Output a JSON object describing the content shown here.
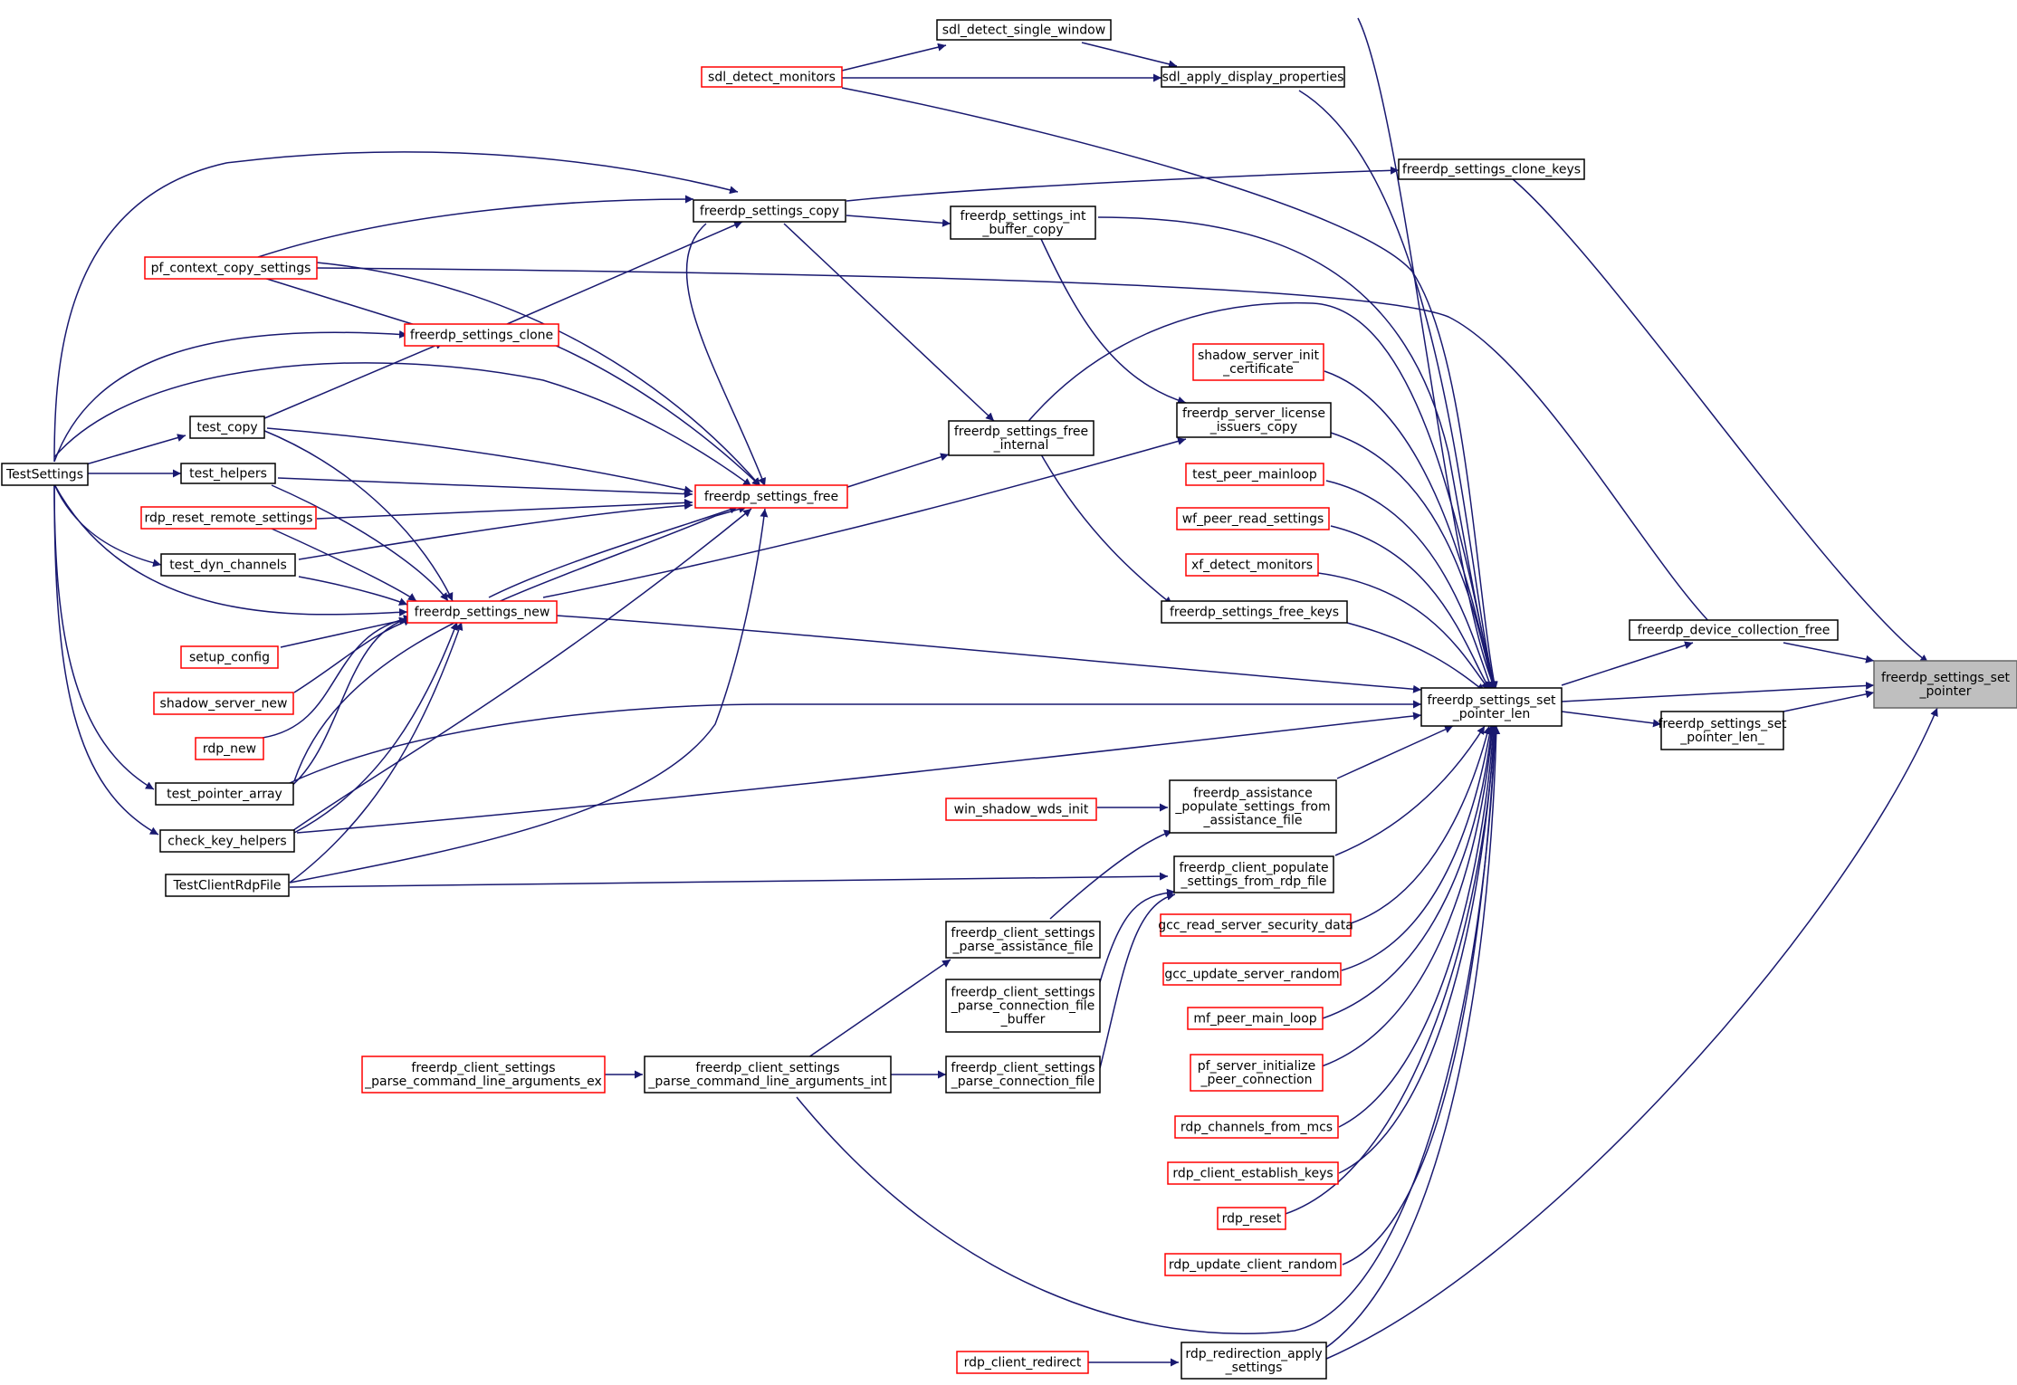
{
  "diagram": {
    "style": {
      "edge_color": "#191970",
      "node_border_normal": "#000000",
      "node_border_truncated": "#ff0000",
      "root_fill": "#bfbfbf",
      "root_border": "#666666"
    },
    "nodes": [
      {
        "id": "root",
        "kind": "root",
        "lines": [
          "freerdp_settings_set",
          "_pointer"
        ]
      },
      {
        "id": "setlen",
        "kind": "black",
        "lines": [
          "freerdp_settings_set",
          "_pointer_len"
        ]
      },
      {
        "id": "setlen_",
        "kind": "black",
        "lines": [
          "freerdp_settings_set",
          "_pointer_len_"
        ]
      },
      {
        "id": "devfree",
        "kind": "black",
        "lines": [
          "freerdp_device_collection_free"
        ]
      },
      {
        "id": "clonekeys",
        "kind": "black",
        "lines": [
          "freerdp_settings_clone_keys"
        ]
      },
      {
        "id": "sdlsingle",
        "kind": "black",
        "lines": [
          "sdl_detect_single_window"
        ]
      },
      {
        "id": "sdlapply",
        "kind": "black",
        "lines": [
          "sdl_apply_display_properties"
        ]
      },
      {
        "id": "sdlmon",
        "kind": "red",
        "lines": [
          "sdl_detect_monitors"
        ]
      },
      {
        "id": "copy",
        "kind": "black",
        "lines": [
          "freerdp_settings_copy"
        ]
      },
      {
        "id": "intbuf",
        "kind": "black",
        "lines": [
          "freerdp_settings_int",
          "_buffer_copy"
        ]
      },
      {
        "id": "pfctx",
        "kind": "red",
        "lines": [
          "pf_context_copy_settings"
        ]
      },
      {
        "id": "clone",
        "kind": "red",
        "lines": [
          "freerdp_settings_clone"
        ]
      },
      {
        "id": "shadowcert",
        "kind": "red",
        "lines": [
          "shadow_server_init",
          "_certificate"
        ]
      },
      {
        "id": "freeint",
        "kind": "black",
        "lines": [
          "freerdp_settings_free",
          "_internal"
        ]
      },
      {
        "id": "license",
        "kind": "black",
        "lines": [
          "freerdp_server_license",
          "_issuers_copy"
        ]
      },
      {
        "id": "testcopy",
        "kind": "black",
        "lines": [
          "test_copy"
        ]
      },
      {
        "id": "testsettings",
        "kind": "black",
        "lines": [
          "TestSettings"
        ]
      },
      {
        "id": "testhelpers",
        "kind": "black",
        "lines": [
          "test_helpers"
        ]
      },
      {
        "id": "peermain",
        "kind": "red",
        "lines": [
          "test_peer_mainloop"
        ]
      },
      {
        "id": "free",
        "kind": "red",
        "lines": [
          "freerdp_settings_free"
        ]
      },
      {
        "id": "rdpreset",
        "kind": "red",
        "lines": [
          "rdp_reset_remote_settings"
        ]
      },
      {
        "id": "wfpeer",
        "kind": "red",
        "lines": [
          "wf_peer_read_settings"
        ]
      },
      {
        "id": "testdyn",
        "kind": "black",
        "lines": [
          "test_dyn_channels"
        ]
      },
      {
        "id": "xfdetect",
        "kind": "red",
        "lines": [
          "xf_detect_monitors"
        ]
      },
      {
        "id": "new",
        "kind": "red",
        "lines": [
          "freerdp_settings_new"
        ]
      },
      {
        "id": "freekeys",
        "kind": "black",
        "lines": [
          "freerdp_settings_free_keys"
        ]
      },
      {
        "id": "setup",
        "kind": "red",
        "lines": [
          "setup_config"
        ]
      },
      {
        "id": "shadownew",
        "kind": "red",
        "lines": [
          "shadow_server_new"
        ]
      },
      {
        "id": "rdpnew",
        "kind": "red",
        "lines": [
          "rdp_new"
        ]
      },
      {
        "id": "testptr",
        "kind": "black",
        "lines": [
          "test_pointer_array"
        ]
      },
      {
        "id": "assist",
        "kind": "black",
        "lines": [
          "freerdp_assistance",
          "_populate_settings_from",
          "_assistance_file"
        ]
      },
      {
        "id": "winshadow",
        "kind": "red",
        "lines": [
          "win_shadow_wds_init"
        ]
      },
      {
        "id": "checkkey",
        "kind": "black",
        "lines": [
          "check_key_helpers"
        ]
      },
      {
        "id": "clientpop",
        "kind": "black",
        "lines": [
          "freerdp_client_populate",
          "_settings_from_rdp_file"
        ]
      },
      {
        "id": "testclient",
        "kind": "black",
        "lines": [
          "TestClientRdpFile"
        ]
      },
      {
        "id": "gccread",
        "kind": "red",
        "lines": [
          "gcc_read_server_security_data"
        ]
      },
      {
        "id": "parseassist",
        "kind": "black",
        "lines": [
          "freerdp_client_settings",
          "_parse_assistance_file"
        ]
      },
      {
        "id": "gccupd",
        "kind": "red",
        "lines": [
          "gcc_update_server_random"
        ]
      },
      {
        "id": "parseconnbuf",
        "kind": "black",
        "lines": [
          "freerdp_client_settings",
          "_parse_connection_file",
          "_buffer"
        ]
      },
      {
        "id": "mfpeer",
        "kind": "red",
        "lines": [
          "mf_peer_main_loop"
        ]
      },
      {
        "id": "pfserver",
        "kind": "red",
        "lines": [
          "pf_server_initialize",
          "_peer_connection"
        ]
      },
      {
        "id": "cmdex",
        "kind": "red",
        "lines": [
          "freerdp_client_settings",
          "_parse_command_line_arguments_ex"
        ]
      },
      {
        "id": "cmdint",
        "kind": "black",
        "lines": [
          "freerdp_client_settings",
          "_parse_command_line_arguments_int"
        ]
      },
      {
        "id": "parseconn",
        "kind": "black",
        "lines": [
          "freerdp_client_settings",
          "_parse_connection_file"
        ]
      },
      {
        "id": "rdpchan",
        "kind": "red",
        "lines": [
          "rdp_channels_from_mcs"
        ]
      },
      {
        "id": "rdpkeys",
        "kind": "red",
        "lines": [
          "rdp_client_establish_keys"
        ]
      },
      {
        "id": "rdpreset2",
        "kind": "red",
        "lines": [
          "rdp_reset"
        ]
      },
      {
        "id": "rdpupd",
        "kind": "red",
        "lines": [
          "rdp_update_client_random"
        ]
      },
      {
        "id": "rdpredir",
        "kind": "red",
        "lines": [
          "rdp_client_redirect"
        ]
      },
      {
        "id": "redirapply",
        "kind": "black",
        "lines": [
          "rdp_redirection_apply",
          "_settings"
        ]
      }
    ]
  }
}
